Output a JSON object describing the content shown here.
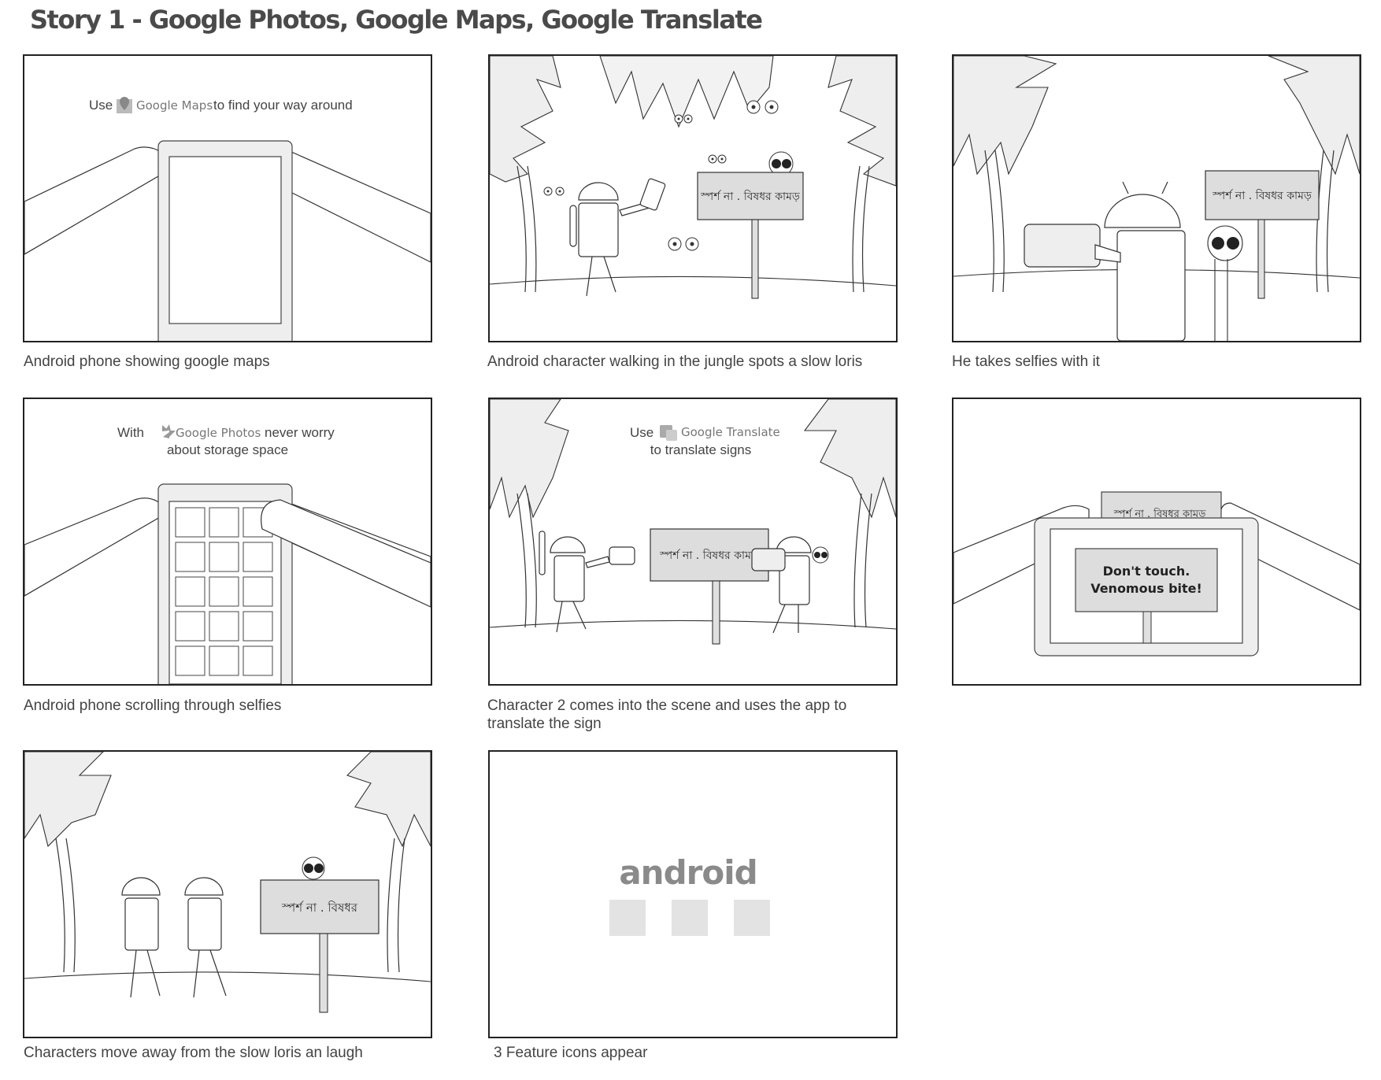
{
  "title": "Story 1 - Google Photos, Google Maps, Google Translate",
  "panels": [
    {
      "overlay": {
        "use": "Use",
        "app": "Google Maps",
        "rest": "to find your way around"
      },
      "caption": "Android phone showing google maps"
    },
    {
      "sign": "স্পর্শ না . বিষধর কামড়",
      "caption": "Android character walking in the jungle spots a slow loris"
    },
    {
      "sign": "স্পর্শ না . বিষধর কামড়",
      "caption": "He takes selfies with it"
    },
    {
      "overlay": {
        "with": "With",
        "app": "Google Photos",
        "rest": "never worry",
        "line2": "about storage space"
      },
      "caption": "Android phone scrolling through selfies"
    },
    {
      "overlay": {
        "use": "Use",
        "app": "Google Translate",
        "line2": "to translate signs"
      },
      "sign": "স্পর্শ না . বিষধর কামড়",
      "caption": "Character 2 comes into the scene and uses the app to translate the sign"
    },
    {
      "sign_behind": "স্পর্শ না . বিষধর কামড়",
      "translation_line1": "Don't touch.",
      "translation_line2": "Venomous bite!",
      "caption": ""
    },
    {
      "sign": "স্পর্শ না . বিষধর",
      "caption": "Characters move away from the slow loris an laugh"
    },
    {
      "wordmark": "android",
      "caption": "3 Feature icons appear"
    }
  ],
  "colors": {
    "fill": "#eeeeee",
    "sign": "#dddddd",
    "stroke": "#333333",
    "icon": "#e3e3e3"
  }
}
